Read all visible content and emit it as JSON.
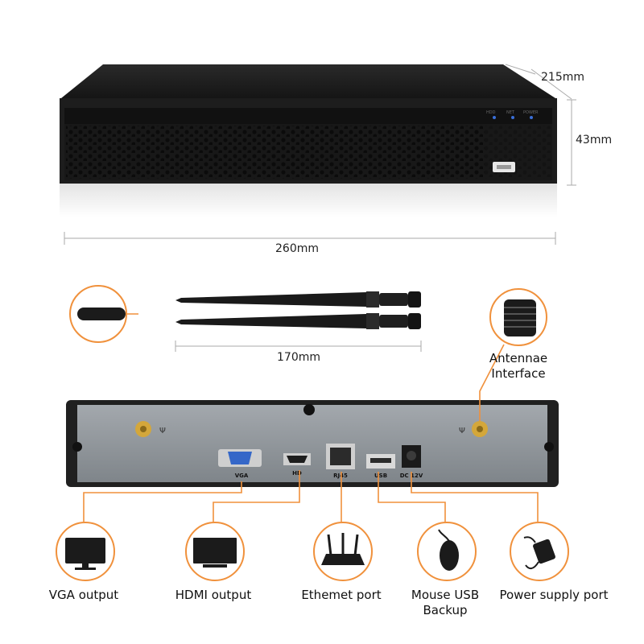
{
  "dimensions": {
    "depth": "215mm",
    "height": "43mm",
    "width": "260mm",
    "antenna_length": "170mm"
  },
  "front_panel": {
    "indicators": [
      "HDD",
      "NET",
      "POWER"
    ]
  },
  "antenna_interface": {
    "line1": "Antennae",
    "line2": "Interface"
  },
  "back_panel": {
    "ports": [
      "VGA",
      "HD",
      "RJ45",
      "USB",
      "DC 12V"
    ]
  },
  "outputs": [
    {
      "line1": "VGA output",
      "line2": "",
      "icon": "monitor-icon"
    },
    {
      "line1": "HDMI output",
      "line2": "",
      "icon": "tv-icon"
    },
    {
      "line1": "Ethemet port",
      "line2": "",
      "icon": "router-icon"
    },
    {
      "line1": "Mouse USB",
      "line2": "Backup",
      "icon": "mouse-icon"
    },
    {
      "line1": "Power supply port",
      "line2": "",
      "icon": "power-adapter-icon"
    }
  ],
  "colors": {
    "accent": "#f0913c",
    "device": "#1b1b1b",
    "panel": "#8e9499"
  }
}
